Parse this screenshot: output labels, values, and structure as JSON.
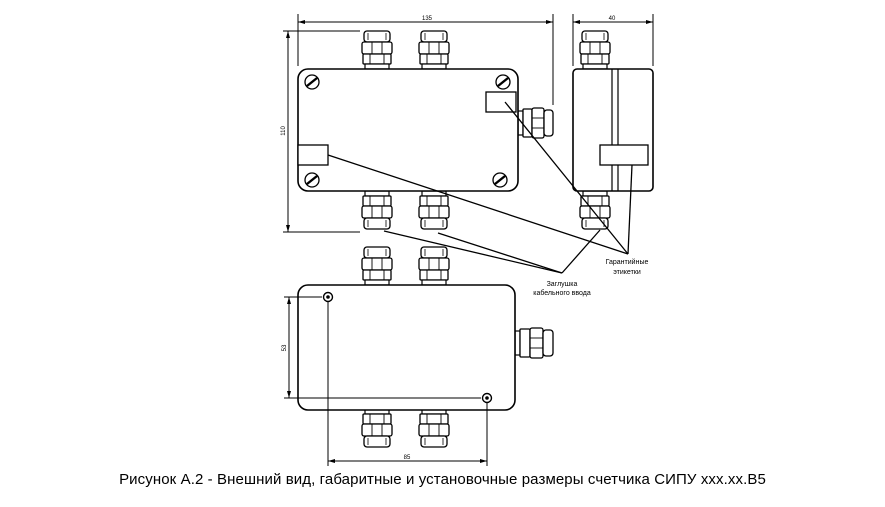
{
  "caption": "Рисунок А.2 - Внешний вид, габаритные и установочные размеры счетчика СИПУ ххх.хх.В5",
  "dimensions": {
    "front_width": "135",
    "side_width": "40",
    "front_height": "110",
    "bottom_height": "53",
    "mount_distance": "85"
  },
  "callouts": {
    "warranty_labels": [
      "Гарантийные",
      "этикетки"
    ],
    "cable_plug": [
      "Заглушка",
      "кабельного ввода"
    ]
  }
}
